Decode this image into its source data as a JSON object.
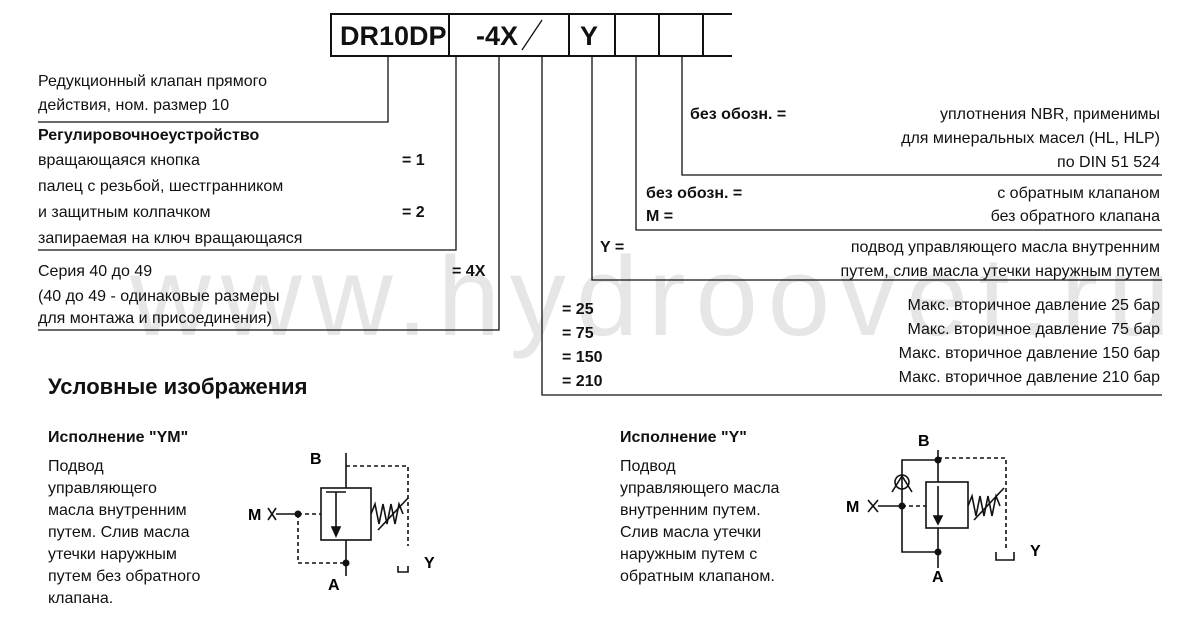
{
  "watermark": "www.hydroovet.ru",
  "code": {
    "model": "DR10DP",
    "series": "-4X",
    "option": "Y"
  },
  "left": {
    "valve_line1": "Редукционный клапан прямого",
    "valve_line2": "действия, ном. размер 10",
    "adj_title": "Регулировочноеустройство",
    "adj_knob": "вращающаяся кнопка",
    "adj_knob_code": "= 1",
    "adj_pin_line1": "палец с резьбой, шестгранником",
    "adj_pin_line2": "и защитным колпачком",
    "adj_pin_code": "= 2",
    "adj_lock": "запираемая на ключ вращающаяся",
    "series_line1": "Серия 40 до 49",
    "series_code": "= 4X",
    "series_line2": "(40 до 49 - одинаковые размеры",
    "series_line3": "для монтажа и присоединения)"
  },
  "right": {
    "seal_code": "без обозн. =",
    "seal_line1": "уплотнения NBR, применимы",
    "seal_line2": "для минеральных масел (HL, HLP)",
    "seal_line3": "по DIN 51 524",
    "check_code_1": "без обозн. =",
    "check_desc_1": "с обратным клапаном",
    "check_code_2": "M =",
    "check_desc_2": "без обратного клапана",
    "y_code": "Y =",
    "y_line1": "подвод управляющего масла внутренним",
    "y_line2": "путем, слив масла утечки наружным путем",
    "p_codes": [
      "= 25",
      "= 75",
      "= 150",
      "= 210"
    ],
    "p_descs": [
      "Макс. вторичное давление 25 бар",
      "Макс. вторичное давление 75 бар",
      "Макс. вторичное давление 150 бар",
      "Макс. вторичное давление 210 бар"
    ]
  },
  "symbols": {
    "title": "Условные изображения",
    "ym_title": "Исполнение \"YM\"",
    "ym_desc": [
      "Подвод",
      "управляющего",
      "масла внутренним",
      "путем. Слив масла",
      "утечки наружным",
      "путем без обратного",
      "клапана."
    ],
    "y_title": "Исполнение \"Y\"",
    "y_desc": [
      "Подвод",
      "управляющего масла",
      "внутренним путем.",
      "Слив масла утечки",
      "наружным путем с",
      "обратным клапаном."
    ],
    "port_b": "B",
    "port_a": "A",
    "port_m": "M",
    "port_y": "Y"
  }
}
